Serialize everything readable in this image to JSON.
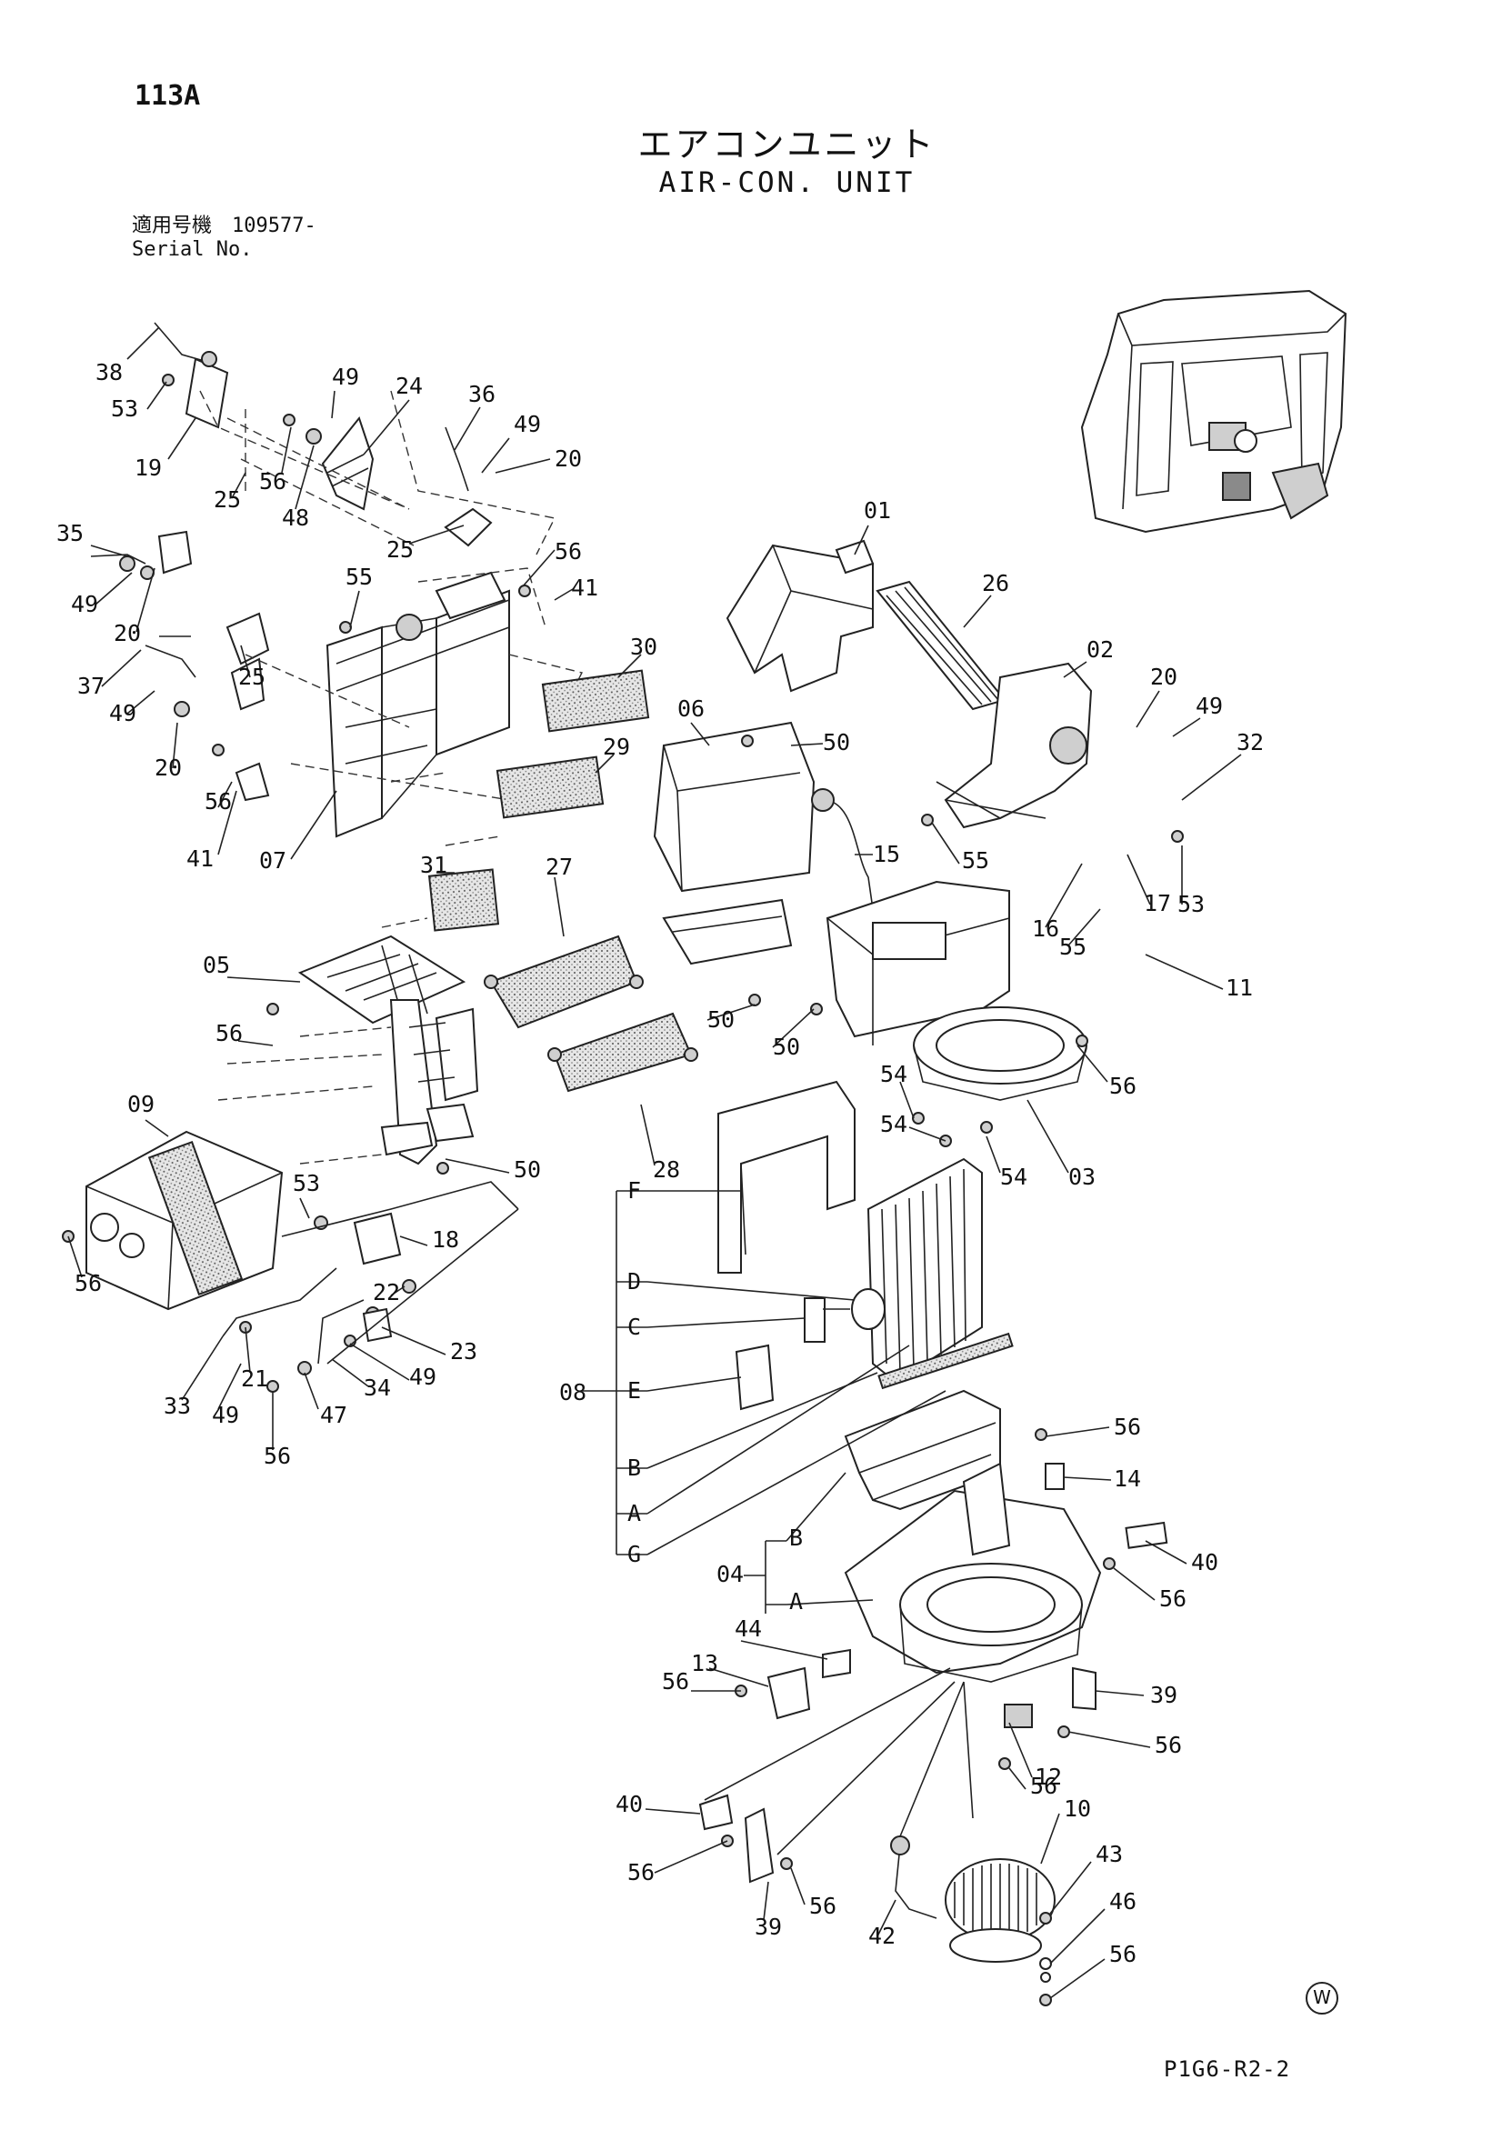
{
  "page_number": "113A",
  "title_jp": "エアコンユニット",
  "title_en": "AIR-CON. UNIT",
  "serial": {
    "label_jp": "適用号機",
    "label_en": "Serial No.",
    "value": "109577-"
  },
  "footer_code": "P1G6-R2-2",
  "w_mark": "W",
  "callouts": [
    "38",
    "53",
    "19",
    "49",
    "24",
    "56",
    "48",
    "36",
    "49",
    "20",
    "25",
    "25",
    "35",
    "49",
    "20",
    "55",
    "56",
    "41",
    "37",
    "25",
    "49",
    "20",
    "56",
    "41",
    "07",
    "30",
    "29",
    "31",
    "01",
    "26",
    "02",
    "20",
    "49",
    "32",
    "06",
    "50",
    "15",
    "55",
    "16",
    "55",
    "17",
    "53",
    "11",
    "05",
    "27",
    "56",
    "50",
    "50",
    "09",
    "28",
    "50",
    "54",
    "56",
    "54",
    "54",
    "03",
    "56",
    "53",
    "18",
    "22",
    "23",
    "33",
    "21",
    "49",
    "34",
    "49",
    "47",
    "56",
    "F",
    "D",
    "C",
    "E",
    "08",
    "B",
    "A",
    "G",
    "56",
    "14",
    "40",
    "04",
    "B",
    "A",
    "56",
    "44",
    "13",
    "56",
    "39",
    "56",
    "12",
    "56",
    "40",
    "10",
    "56",
    "39",
    "56",
    "43",
    "42",
    "46",
    "56"
  ]
}
